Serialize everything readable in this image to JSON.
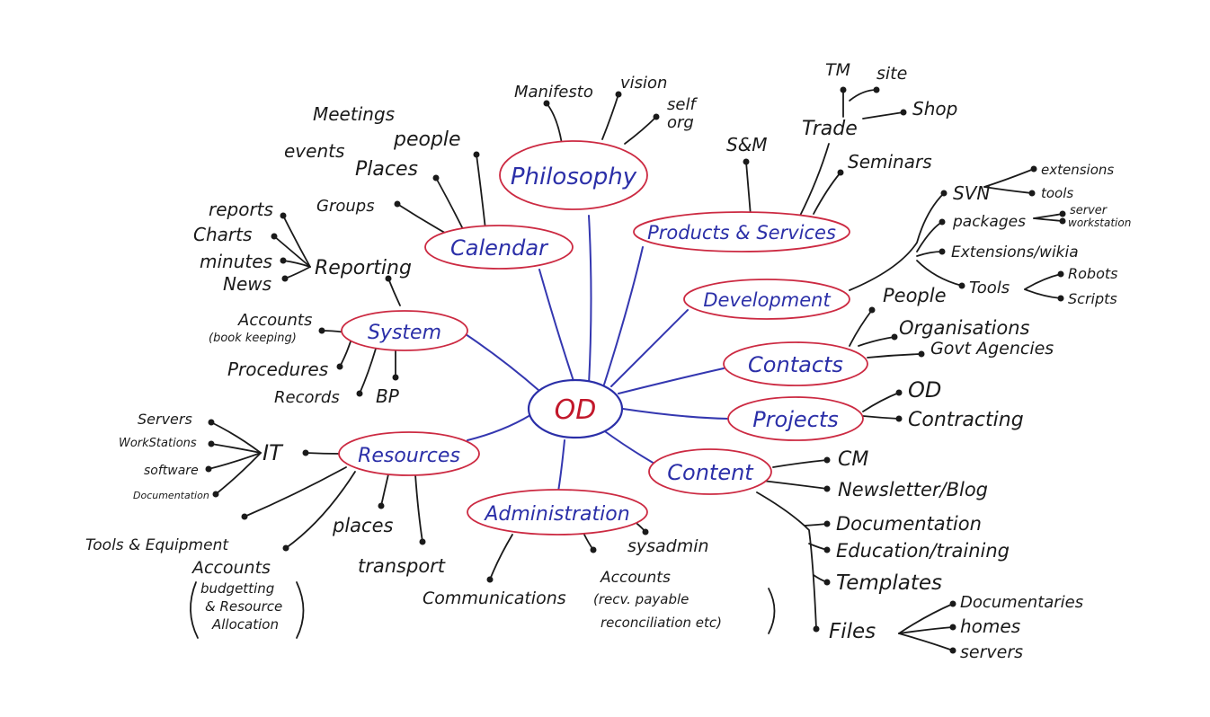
{
  "center": "OD",
  "branches": {
    "philosophy": "Philosophy",
    "products": "Products & Services",
    "calendar": "Calendar",
    "system": "System",
    "resources": "Resources",
    "administration": "Administration",
    "content": "Content",
    "projects": "Projects",
    "contacts": "Contacts",
    "development": "Development"
  },
  "leaves": {
    "manifesto": "Manifesto",
    "vision": "vision",
    "self_org_1": "self",
    "self_org_2": "org",
    "meetings": "Meetings",
    "events": "events",
    "people_cal": "people",
    "places_cal": "Places",
    "groups": "Groups",
    "reports": "reports",
    "charts": "Charts",
    "minutes": "minutes",
    "news": "News",
    "reporting": "Reporting",
    "accounts_sys_1": "Accounts",
    "accounts_sys_2": "(book keeping)",
    "procedures": "Procedures",
    "records": "Records",
    "bp": "BP",
    "servers_it": "Servers",
    "workstations": "WorkStations",
    "software": "software",
    "documentation_it": "Documentation",
    "it": "IT",
    "tools_equipment": "Tools & Equipment",
    "accounts_res_1": "Accounts",
    "accounts_res_2": "budgetting",
    "accounts_res_3": "& Resource",
    "accounts_res_4": "Allocation",
    "places_res": "places",
    "transport": "transport",
    "communications": "Communications",
    "accounts_adm_1": "Accounts",
    "accounts_adm_2": "(recv. payable",
    "accounts_adm_3": "reconciliation etc)",
    "sysadmin": "sysadmin",
    "tm": "TM",
    "site": "site",
    "shop": "Shop",
    "trade": "Trade",
    "sm": "S&M",
    "seminars": "Seminars",
    "svn": "SVN",
    "extensions_svn": "extensions",
    "tools_svn": "tools",
    "packages": "packages",
    "server_pkg": "server",
    "workstation_pkg": "workstation",
    "extensions_wikia": "Extensions/wikia",
    "tools_dev": "Tools",
    "robots": "Robots",
    "scripts": "Scripts",
    "people_contacts": "People",
    "organisations": "Organisations",
    "govt_agencies": "Govt Agencies",
    "od_proj": "OD",
    "contracting": "Contracting",
    "cm": "CM",
    "newsletter": "Newsletter/Blog",
    "documentation_content": "Documentation",
    "education": "Education/training",
    "templates": "Templates",
    "files": "Files",
    "documentaries": "Documentaries",
    "homes": "homes",
    "servers_files": "servers"
  }
}
